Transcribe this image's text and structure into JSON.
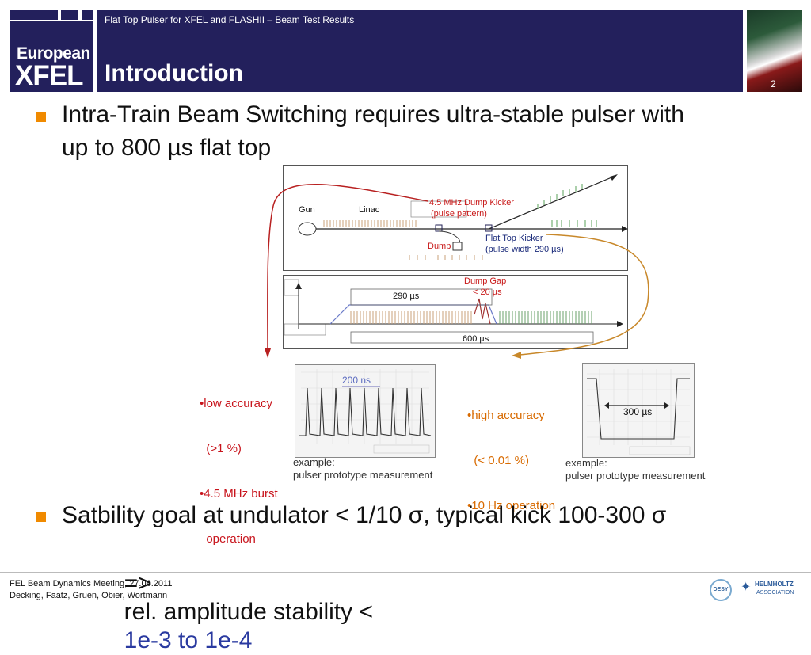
{
  "header": {
    "subtitle": "Flat Top Pulser for XFEL and FLASHII – Beam Test Results",
    "title": "Introduction",
    "page_number": "2",
    "brand_top": "European",
    "brand_main": "XFEL"
  },
  "bullets": [
    {
      "line1": "Intra-Train Beam Switching requires ultra-stable pulser with",
      "line2": "up to 800 µs flat top"
    },
    {
      "line1": "Satbility goal at undulator < 1/10 σ, typical kick 100-300 σ"
    }
  ],
  "conclusion": {
    "arrow": "=>",
    "text": "rel. amplitude stability <",
    "highlight": "1e-3 to 1e-4"
  },
  "diagram_top": {
    "gun": "Gun",
    "linac": "Linac",
    "dump_kicker": "4.5 MHz Dump Kicker",
    "dump_kicker_sub": "(pulse pattern)",
    "dump": "Dump",
    "flat_top": "Flat Top Kicker",
    "flat_top_sub": "(pulse width 290 µs)"
  },
  "diagram_mid": {
    "dump_gap": "Dump Gap",
    "dump_gap_sub": "< 20 µs",
    "width_290": "290 µs",
    "width_600": "600 µs"
  },
  "left_annot": [
    "•low accuracy",
    "  (>1 %)",
    "•4.5 MHz burst",
    "  operation"
  ],
  "right_annot": [
    "•high accuracy",
    "  (< 0.01 %)",
    "•10 Hz operation"
  ],
  "scope_left": {
    "label": "200 ns"
  },
  "scope_right": {
    "label": "300 µs"
  },
  "examples": {
    "line1": "example:",
    "line2": "pulser prototype measurement"
  },
  "footer": {
    "line1": "FEL Beam Dynamics Meeting, 27.06.2011",
    "line2": "Decking, Faatz, Gruen, Obier, Wortmann",
    "desy": "DESY",
    "helmholtz": "HELMHOLTZ",
    "association": "ASSOCIATION"
  },
  "colors": {
    "navy": "#23205c",
    "bullet": "#f08a00",
    "red": "#c8141c",
    "orange": "#d86a00",
    "highlight": "#2a3aa0"
  }
}
